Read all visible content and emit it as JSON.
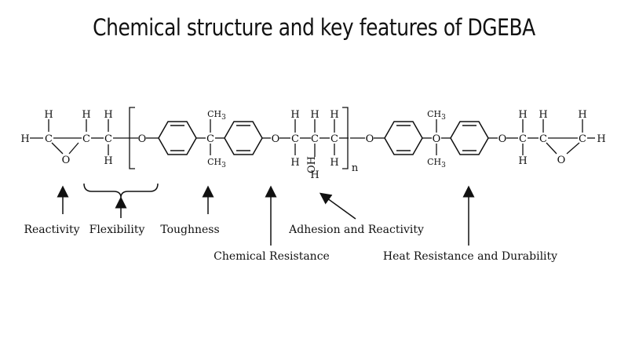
{
  "title": "Chemical structure and key features of DGEBA",
  "atoms": {
    "h": "H",
    "c": "C",
    "o": "O",
    "ch3": "CH3",
    "oh": "OH",
    "n": "n"
  },
  "features": {
    "reactivity": "Reactivity",
    "flexibility": "Flexibility",
    "toughness": "Toughness",
    "adhesion": "Adhesion and Reactivity",
    "chemical_resistance": "Chemical Resistance",
    "heat_resistance": "Heat Resistance and Durability"
  }
}
